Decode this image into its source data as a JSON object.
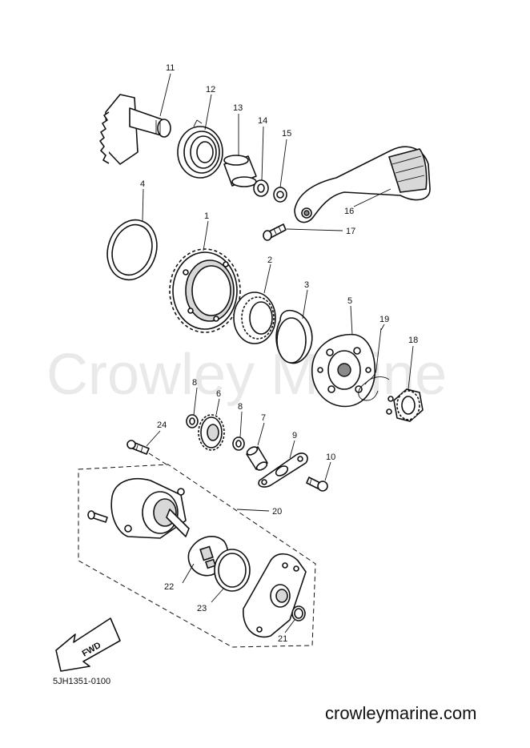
{
  "watermark": "Crowley Marine",
  "diagram_code": "5JH1351-0100",
  "footer_site": "crowleymarine.com",
  "direction_label": "FWD",
  "callouts": {
    "c1": "1",
    "c2": "2",
    "c3": "3",
    "c4": "4",
    "c5": "5",
    "c6": "6",
    "c7": "7",
    "c8a": "8",
    "c8b": "8",
    "c9": "9",
    "c10": "10",
    "c11": "11",
    "c12": "12",
    "c13": "13",
    "c14": "14",
    "c15": "15",
    "c16": "16",
    "c17": "17",
    "c18": "18",
    "c19": "19",
    "c20": "20",
    "c21": "21",
    "c22": "22",
    "c23": "23",
    "c24": "24"
  }
}
